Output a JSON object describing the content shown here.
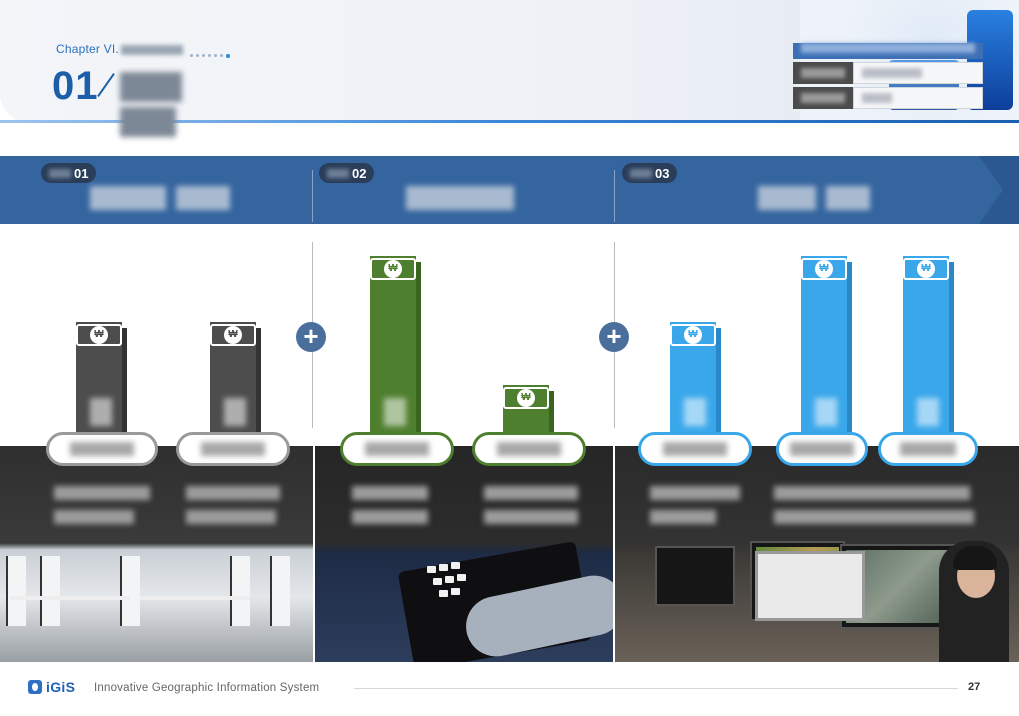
{
  "header": {
    "chapter_label": "Chapter VI.",
    "section_number": "01"
  },
  "columns": [
    {
      "badge_number": "01"
    },
    {
      "badge_number": "02"
    },
    {
      "badge_number": "03"
    }
  ],
  "plus_symbol": "+",
  "money_symbol": "₩",
  "colors": {
    "header_blue": "#1c5ea8",
    "band": "#35659f",
    "bar_gray": "#4d4d4d",
    "bar_green": "#4e7f2e",
    "bar_blue": "#3aa7ea",
    "plus_circle": "#4a6f9d"
  },
  "bars": {
    "heights_relative": [
      0.64,
      0.64,
      1.0,
      0.3,
      0.64,
      1.0,
      1.0
    ],
    "colors": [
      "gray",
      "gray",
      "green",
      "green",
      "blue",
      "blue",
      "blue"
    ]
  },
  "footer": {
    "brand": "iGiS",
    "tagline": "Innovative Geographic Information System",
    "page_number": "27"
  }
}
